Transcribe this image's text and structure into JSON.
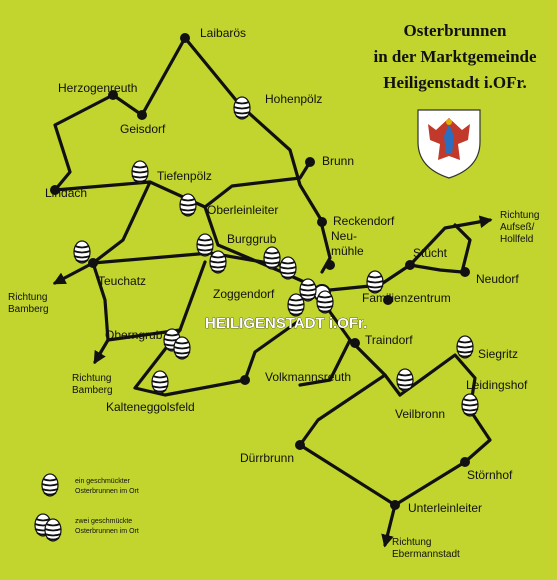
{
  "title": {
    "line1": "Osterbrunnen",
    "line2": "in der Marktgemeinde",
    "line3": "Heiligenstadt i.OFr."
  },
  "main_town": "HEILIGENSTADT i.OFr.",
  "places": {
    "laibaros": "Laibarös",
    "herzogenreuth": "Herzogenreuth",
    "geisdorf": "Geisdorf",
    "hohenpoelz": "Hohenpölz",
    "lindach": "Lindach",
    "tiefenpoelz": "Tiefenpölz",
    "brunn": "Brunn",
    "oberleinleiter": "Oberleinleiter",
    "reckendorf": "Reckendorf",
    "neumuehle1": "Neu-",
    "neumuehle2": "mühle",
    "burggrub": "Burggrub",
    "stuecht": "Stücht",
    "teuchatz": "Teuchatz",
    "zoggendorf": "Zoggendorf",
    "familienzentrum": "Familienzentrum",
    "neudorf": "Neudorf",
    "oberngrub": "Oberngrub",
    "traindorf": "Traindorf",
    "siegritz": "Siegritz",
    "volkmannsreuth": "Volkmannsreuth",
    "leidingshof": "Leidingshof",
    "veilbronn": "Veilbronn",
    "kalteneggolsfeld": "Kalteneggolsfeld",
    "duerrbrunn": "Dürrbrunn",
    "stoernhof": "Störnhof",
    "unterleinleiter": "Unterleinleiter"
  },
  "directions": {
    "aufsess1": "Richtung",
    "aufsess2": "Aufseß/",
    "aufsess3": "Hollfeld",
    "bamberg_top1": "Richtung",
    "bamberg_top2": "Bamberg",
    "bamberg_bottom1": "Richtung",
    "bamberg_bottom2": "Bamberg",
    "ebermannstadt1": "Richtung",
    "ebermannstadt2": "Ebermannstadt"
  },
  "legend": {
    "single1": "ein geschmückter",
    "single2": "Osterbrunnen im Ort",
    "double1": "zwei geschmückte",
    "double2": "Osterbrunnen im Ort"
  },
  "colors": {
    "background": "#c2d52e",
    "road": "#111111",
    "egg_stripe": "#111111",
    "egg_body": "#ffffff",
    "crest_red": "#c0392b",
    "crest_blue": "#2a6fbf",
    "crest_gold": "#e0b000"
  }
}
